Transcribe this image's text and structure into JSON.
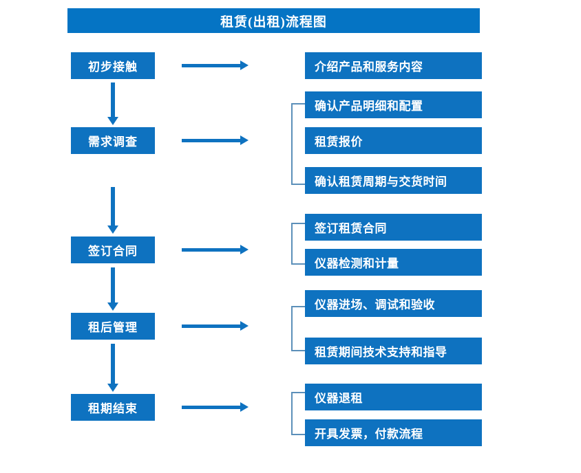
{
  "title": "租赁(出租)流程图",
  "colors": {
    "title_bar": "#0574C4",
    "box": "#0E72C0",
    "arrow": "#0E72C0",
    "bracket": "#5B8FB9",
    "text": "#FFFFFF",
    "background": "#FFFFFF"
  },
  "stages": [
    {
      "label": "初步接触"
    },
    {
      "label": "需求调查"
    },
    {
      "label": "签订合同"
    },
    {
      "label": "租后管理"
    },
    {
      "label": "租期结束"
    }
  ],
  "details": [
    {
      "label": "介绍产品和服务内容"
    },
    {
      "label": "确认产品明细和配置"
    },
    {
      "label": "租赁报价"
    },
    {
      "label": "确认租赁周期与交货时间"
    },
    {
      "label": "签订租赁合同"
    },
    {
      "label": "仪器检测和计量"
    },
    {
      "label": "仪器进场、调试和验收"
    },
    {
      "label": "租赁期间技术支持和指导"
    },
    {
      "label": "仪器退租"
    },
    {
      "label": "开具发票，付款流程"
    }
  ],
  "flow": {
    "stage_to_detail_arrows": 5,
    "stage_to_stage_arrows": 4,
    "group_brackets": 4
  }
}
